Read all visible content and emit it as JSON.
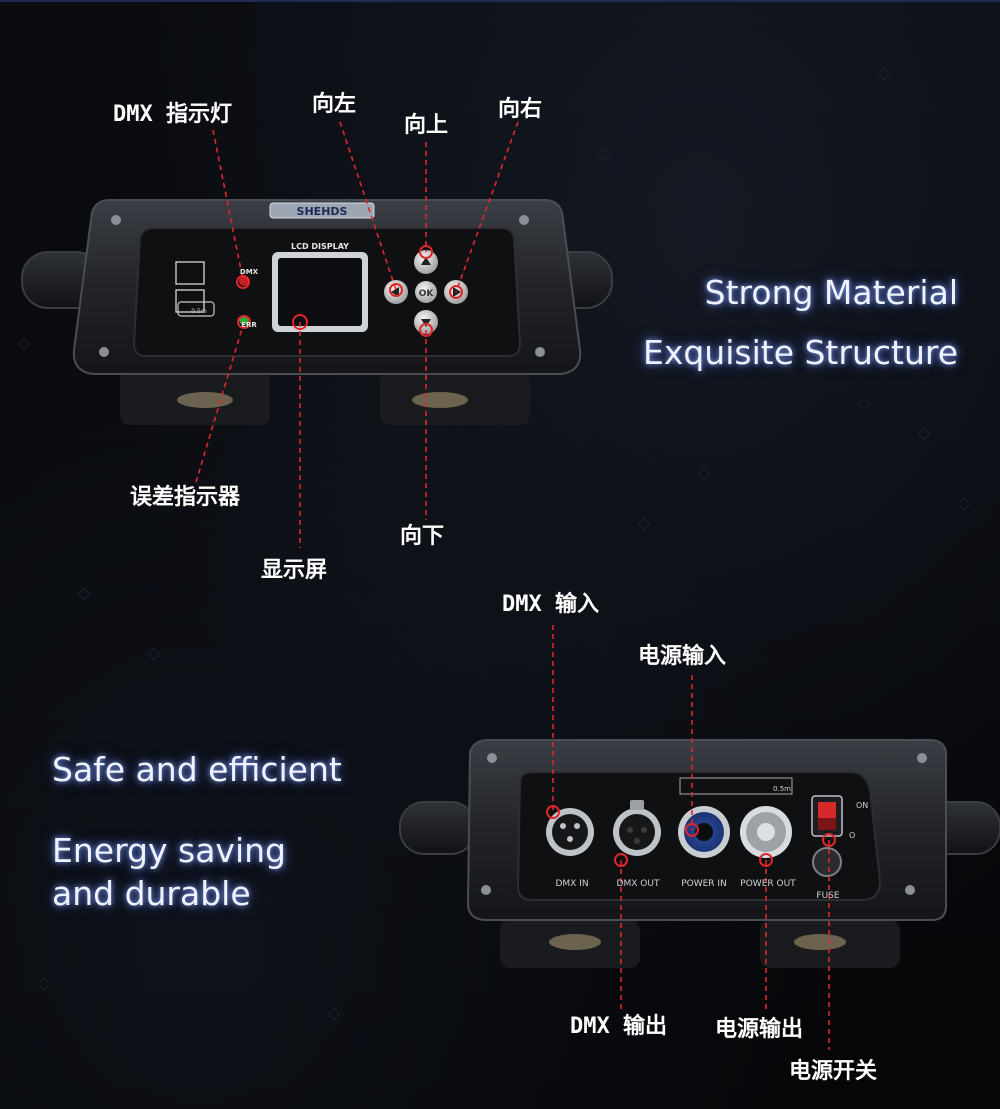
{
  "front_panel": {
    "brand": "SHEHDS",
    "lcd_title": "LCD DISPLAY",
    "dmx_led_text": "DMX",
    "err_led_text": "ERR",
    "fuse_rating": "0.5m",
    "ok_label": "OK"
  },
  "front_callouts": {
    "dmx_indicator": "DMX 指示灯",
    "left": "向左",
    "up": "向上",
    "right": "向右",
    "error_indicator": "误差指示器",
    "down": "向下",
    "display": "显示屏"
  },
  "rear_panel": {
    "dmx_in": "DMX IN",
    "dmx_out": "DMX OUT",
    "power_in": "POWER IN",
    "power_out": "POWER OUT",
    "fuse": "FUSE",
    "on": "ON",
    "off": "O",
    "fuse_rating": "0.5m"
  },
  "rear_callouts": {
    "dmx_input": "DMX 输入",
    "power_input": "电源输入",
    "dmx_output": "DMX 输出",
    "power_output": "电源输出",
    "power_switch": "电源开关"
  },
  "taglines": {
    "line1": "Strong Material",
    "line2": "Exquisite Structure",
    "line3": "Safe and efficient",
    "line4": "Energy saving",
    "line5": "and durable"
  },
  "colors": {
    "callout_line": "#e0262b",
    "glow": "#8aa6ff"
  }
}
